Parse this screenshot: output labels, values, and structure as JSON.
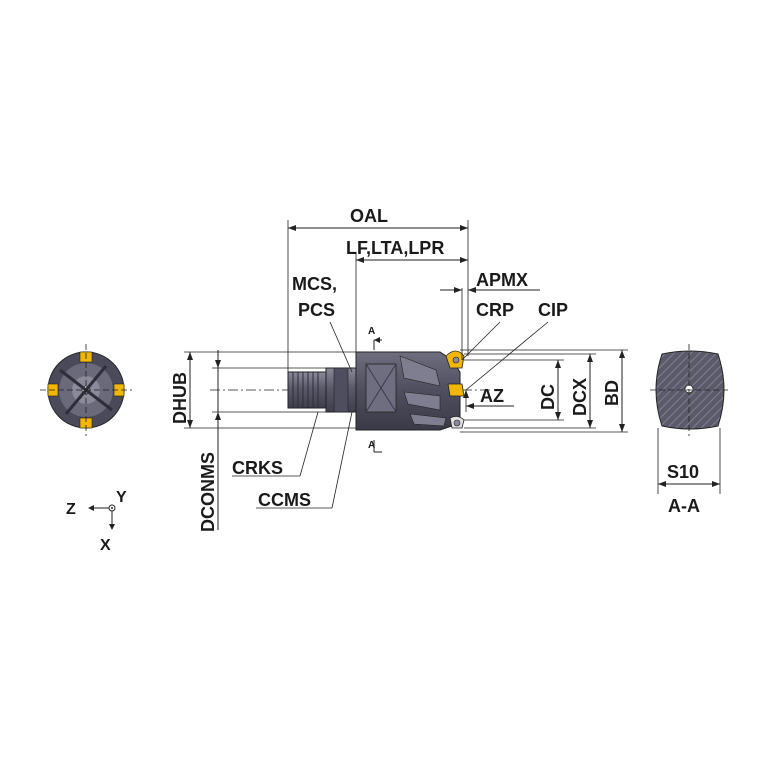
{
  "labels": {
    "oal": "OAL",
    "lf": "LF,LTA,LPR",
    "apmx": "APMX",
    "mcs": "MCS,",
    "pcs": "PCS",
    "crp": "CRP",
    "cip": "CIP",
    "az": "AZ",
    "dc": "DC",
    "dcx": "DCX",
    "bd": "BD",
    "dhub": "DHUB",
    "dconms": "DCONMS",
    "crks": "CRKS",
    "ccms": "CCMS",
    "s10": "S10",
    "aa": "A-A",
    "sec_top": "A",
    "sec_bot": "A",
    "axis_z": "Z",
    "axis_y": "Y",
    "axis_x": "X"
  },
  "colors": {
    "body": "#5a5a6a",
    "body_dark": "#3e3e4c",
    "body_light": "#8a8a9a",
    "insert": "#f2b705",
    "dim_line": "#222222"
  }
}
